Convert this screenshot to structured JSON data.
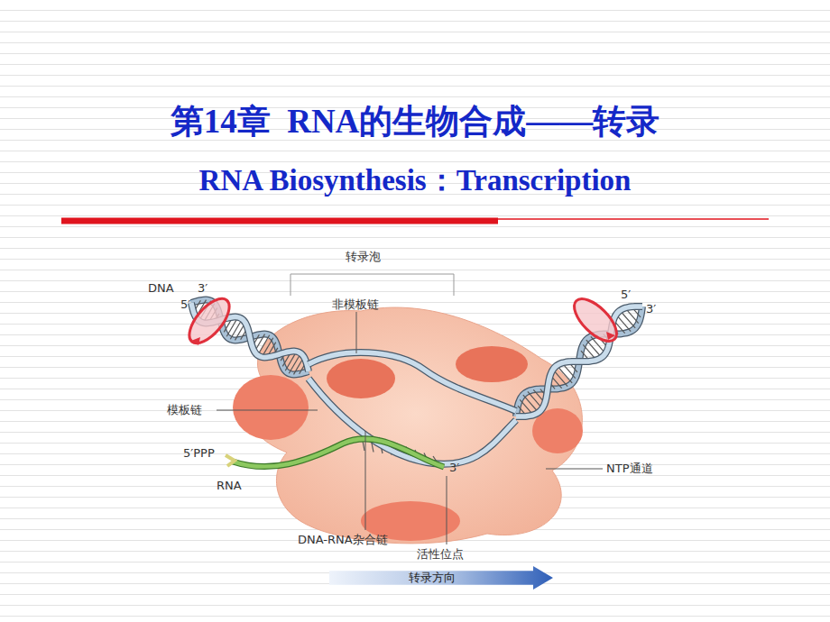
{
  "diagram": {
    "title": "第14章  RNA的生物合成——转录",
    "nodes": [
      {
        "text": [
          "转录方向"
        ]
      }
    ],
    "labels": [
      "RNA Biosynthesis：Transcription",
      "转录泡",
      "DNA",
      "3′",
      "5′",
      "5′",
      "3′",
      "非模板链",
      "模板链",
      "5′PPP",
      "RNA",
      "3′",
      "DNA-RNA杂合链",
      "活性位点",
      "NTP通道"
    ]
  }
}
